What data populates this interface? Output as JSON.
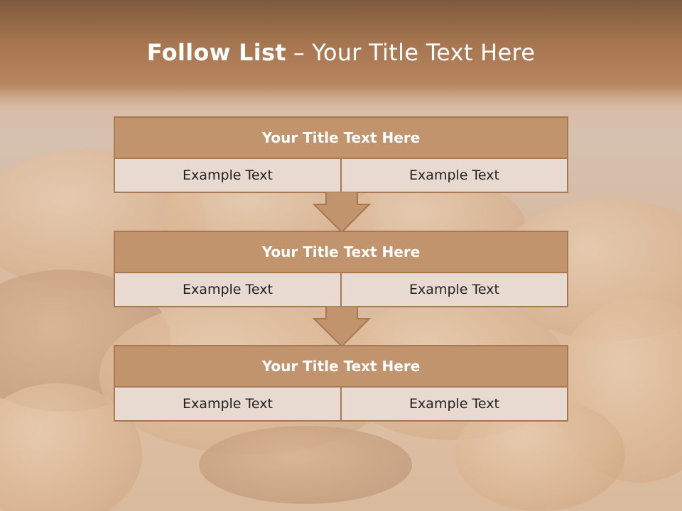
{
  "slide": {
    "title_bold": "Follow List",
    "title_separator": "–",
    "title_rest": "Your Title Text Here"
  },
  "colors": {
    "header_fill": "#c2946e",
    "border": "#a87852",
    "cell_fill": "#e8dad0",
    "title_text": "#ffffff"
  },
  "blocks": [
    {
      "title": "Your Title Text Here",
      "cells": [
        "Example Text",
        "Example Text"
      ]
    },
    {
      "title": "Your Title Text Here",
      "cells": [
        "Example Text",
        "Example Text"
      ]
    },
    {
      "title": "Your Title Text Here",
      "cells": [
        "Example Text",
        "Example Text"
      ]
    }
  ],
  "connectors": [
    "down-arrow-icon",
    "down-arrow-icon"
  ]
}
